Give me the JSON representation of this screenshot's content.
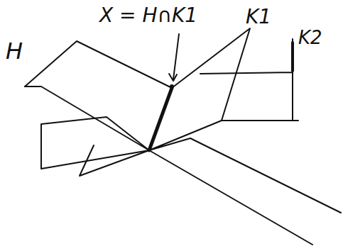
{
  "diagram": {
    "labels": [
      "X = H∩K1",
      "H",
      "K1",
      "K2"
    ]
  }
}
